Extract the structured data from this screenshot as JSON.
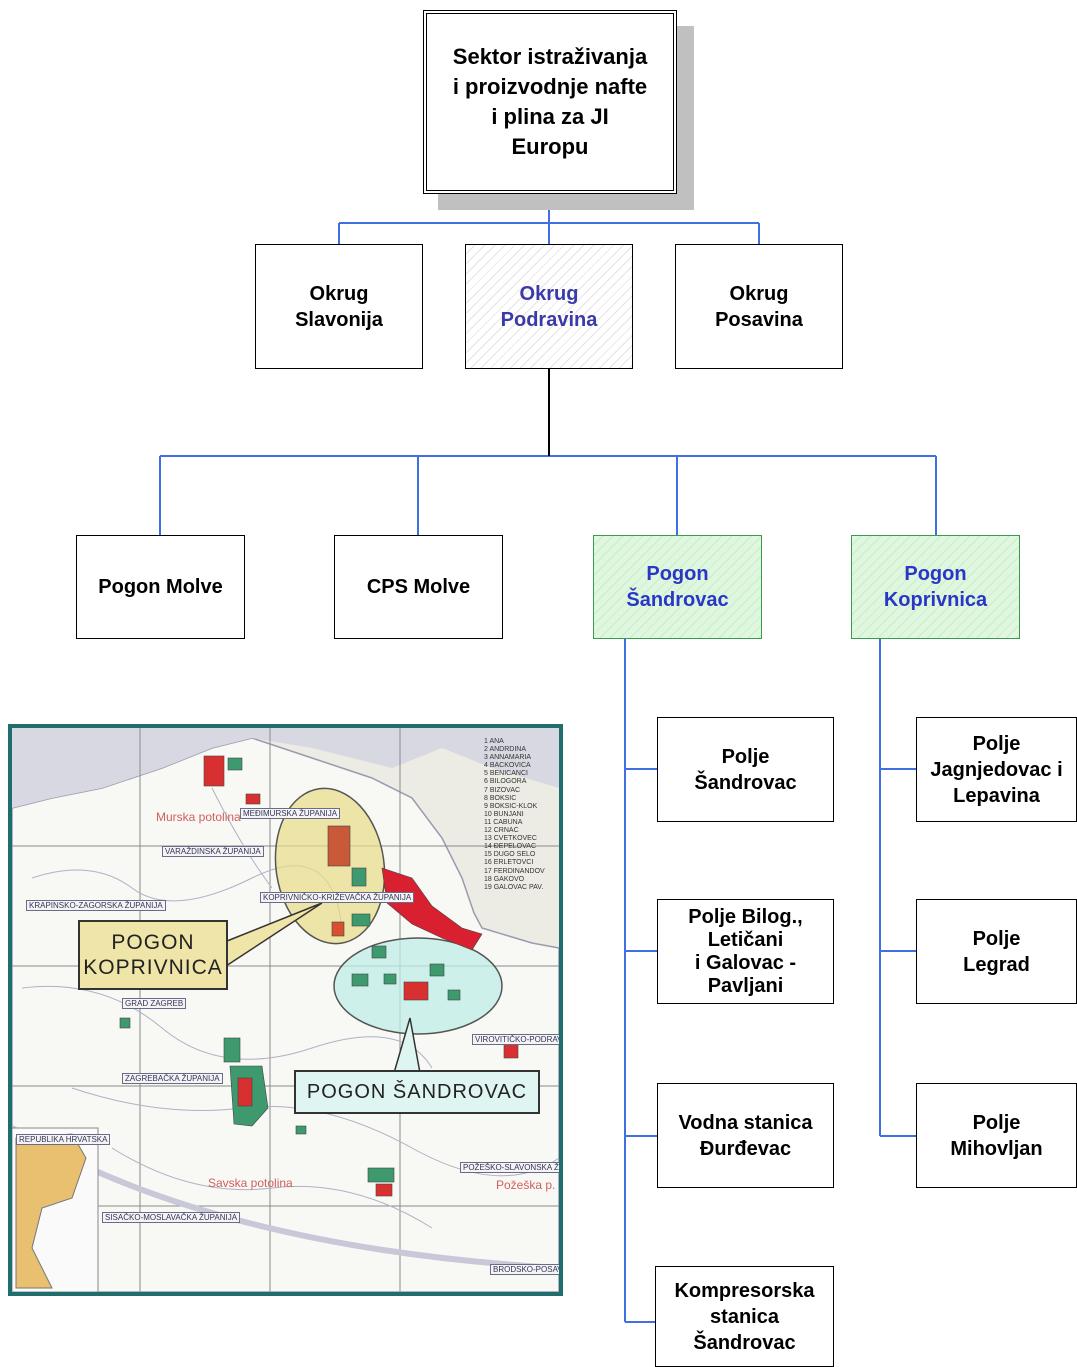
{
  "root": {
    "label": "Sektor istraživanja\ni proizvodnje nafte\ni plina za JI\nEuropu"
  },
  "districts": [
    {
      "label": "Okrug\nSlavonija"
    },
    {
      "label": "Okrug\nPodravina"
    },
    {
      "label": "Okrug\nPosavina"
    }
  ],
  "plants": [
    {
      "label": "Pogon Molve"
    },
    {
      "label": "CPS Molve"
    },
    {
      "label": "Pogon\nŠandrovac"
    },
    {
      "label": "Pogon\nKoprivnica"
    }
  ],
  "sandrovac_fields": [
    {
      "label": "Polje\nŠandrovac"
    },
    {
      "label": "Polje Bilog.,\nLetičani\ni Galovac -\nPavljani"
    },
    {
      "label": "Vodna stanica\nĐurđevac"
    },
    {
      "label": "Kompresorska\nstanica\nŠandrovac"
    }
  ],
  "koprivnica_fields": [
    {
      "label": "Polje\nJagnjedovac i\nLepavina"
    },
    {
      "label": "Polje\nLegrad"
    },
    {
      "label": "Polje\nMihovljan"
    }
  ],
  "map": {
    "callout_koprivnica": "POGON\nKOPRIVNICA",
    "callout_sandrovac": "POGON ŠANDROVAC",
    "legend": [
      "1 ANA",
      "2 ANDRDINA",
      "3 ANNAMARIA",
      "4 BAČKOVICA",
      "5 BENIČANCI",
      "6 BILOGORA",
      "7 BIZOVAC",
      "8 BOKŠIĆ",
      "9 BOKŠIĆ-KLOK",
      "10 BUNJANI",
      "11 CABUNA",
      "12 CRNAC",
      "13 CVETKOVEC",
      "14 ĐEPELOVAC",
      "15 DUGO SELO",
      "16 ERLETOVCI",
      "17 FERDINANDOV",
      "18 GAKOVO",
      "19 GALOVAC PAV."
    ],
    "region_labels": [
      "MEĐIMURSKA ŽUPANIJA",
      "VARAŽDINSKA ŽUPANIJA",
      "KRAPINSKO-ZAGORSKA ŽUPANIJA",
      "KOPRIVNIČKO-KRIŽEVAČKA ŽUPANIJA",
      "ZAGREBAČKA ŽUPANIJA",
      "GRAD ZAGREB",
      "VIROVITIČKO-PODRAVSKA ŽUPANIJA",
      "POŽEŠKO-SLAVONSKA ŽUPANIJA",
      "SISAČKO-MOSLAVAČKA ŽUPANIJA",
      "BRODSKO-POSAVSKA",
      "REPUBLIKA HRVATSKA"
    ],
    "basin_labels": [
      "Murska potolina",
      "Savska potolina",
      "Požeška p."
    ]
  }
}
